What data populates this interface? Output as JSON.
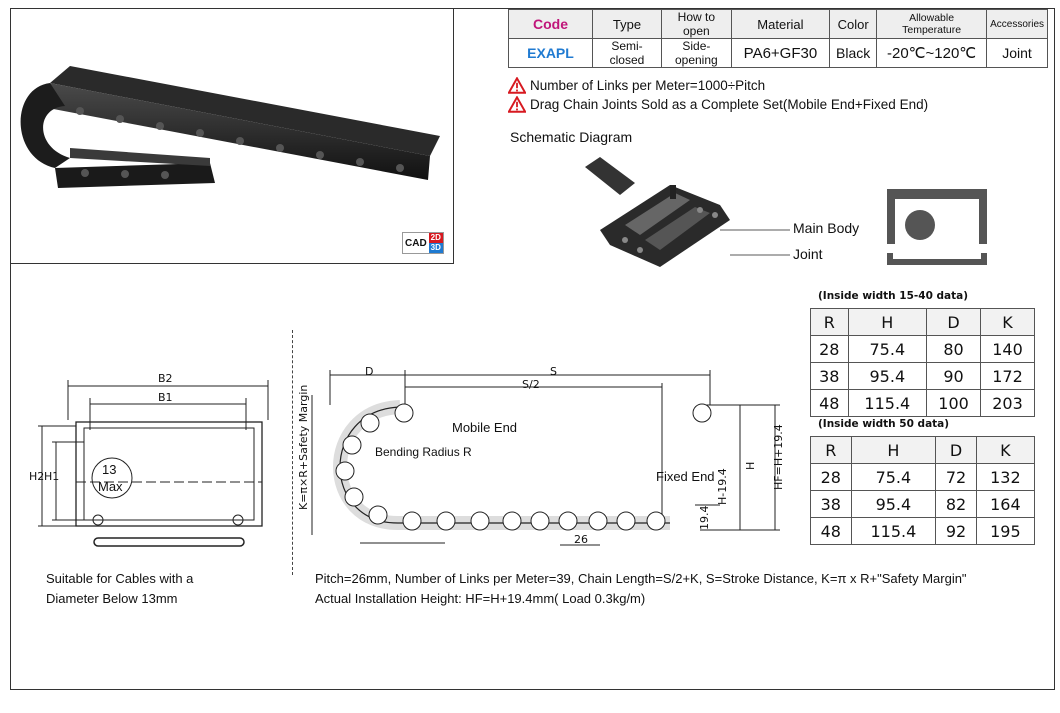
{
  "spec_table": {
    "headers": [
      "Code",
      "Type",
      "How to open",
      "Material",
      "Color",
      "Allowable Temperature",
      "Accessories"
    ],
    "values": [
      "EXAPL",
      "Semi-closed",
      "Side-opening",
      "PA6+GF30",
      "Black",
      "-20℃~120℃",
      "Joint"
    ]
  },
  "notes": [
    "Number of Links per Meter=1000÷Pitch",
    "Drag Chain Joints Sold as a Complete Set(Mobile End+Fixed End)"
  ],
  "schematic": {
    "title": "Schematic Diagram",
    "label_main_body": "Main Body",
    "label_joint": "Joint"
  },
  "cad_badge": {
    "label": "CAD",
    "top": "2D",
    "bottom": "3D"
  },
  "table_a": {
    "caption": "(Inside width 15-40 data)",
    "headers": [
      "R",
      "H",
      "D",
      "K"
    ],
    "rows": [
      [
        "28",
        "75.4",
        "80",
        "140"
      ],
      [
        "38",
        "95.4",
        "90",
        "172"
      ],
      [
        "48",
        "115.4",
        "100",
        "203"
      ]
    ]
  },
  "table_b": {
    "caption": "(Inside width 50 data)",
    "headers": [
      "R",
      "H",
      "D",
      "K"
    ],
    "rows": [
      [
        "28",
        "75.4",
        "72",
        "132"
      ],
      [
        "38",
        "95.4",
        "82",
        "164"
      ],
      [
        "48",
        "115.4",
        "92",
        "195"
      ]
    ]
  },
  "cross_section": {
    "b2": "B2",
    "b1": "B1",
    "h2": "H2",
    "h1": "H1",
    "circle_top": "13",
    "circle_bottom": "Max",
    "caption_line1": "Suitable for Cables with a",
    "caption_line2": "Diameter Below 13mm"
  },
  "side_view": {
    "d": "D",
    "s": "S",
    "s_half": "S/2",
    "k_label": "K=π×R+Safety Margin",
    "mobile_end": "Mobile End",
    "bending_radius": "Bending Radius R",
    "fixed_end": "Fixed End",
    "h_minus": "H-19.4",
    "h": "H",
    "hf": "HF=H+19.4",
    "pitch_dim": "26",
    "base_dim": "19.4"
  },
  "footer": {
    "line1": "Pitch=26mm, Number of Links per Meter=39, Chain Length=S/2+K, S=Stroke Distance, K=π x R+\"Safety Margin\"",
    "line2": "Actual Installation Height: HF=H+19.4mm( Load 0.3kg/m)"
  },
  "colors": {
    "code_header": "#c0157a",
    "code_value": "#1f7ad1",
    "warning": "#d71920",
    "cad_2d": "#d71920",
    "cad_3d": "#1f7ad1"
  }
}
